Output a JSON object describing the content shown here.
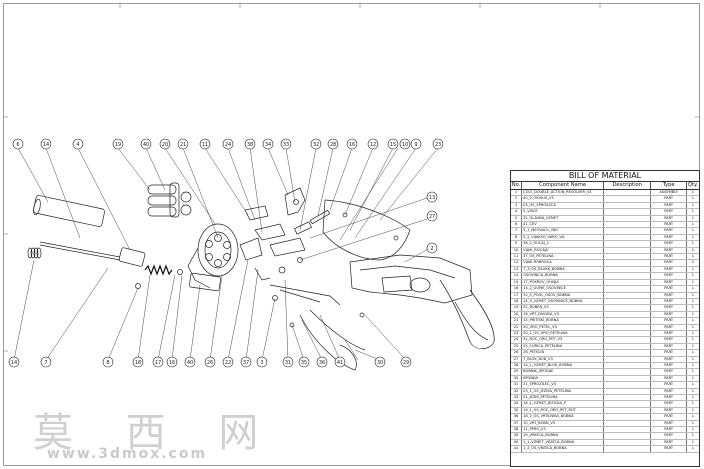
{
  "bom": {
    "title": "BILL OF MATERIAL",
    "headers": {
      "no": "No.",
      "name": "Component Name",
      "description": "Description",
      "type": "Type",
      "qty": "Qty."
    },
    "rows": [
      {
        "no": "1",
        "name": "COLT_DOUBLE_ACTION_REVOLVER_43",
        "type": "ASSEMBLY",
        "qty": "1"
      },
      {
        "no": "2",
        "name": "40_2_OKVIUS_V3",
        "type": "PART",
        "qty": "1"
      },
      {
        "no": "3",
        "name": "03_OS_SPROSZCA",
        "type": "PART",
        "qty": "1"
      },
      {
        "no": "4",
        "name": "5_VIJICE",
        "type": "PART",
        "qty": "1"
      },
      {
        "no": "5",
        "name": "32_GLAVNA_VZMET",
        "type": "PART",
        "qty": "1"
      },
      {
        "no": "6",
        "name": "41_CEV",
        "type": "PART",
        "qty": "1"
      },
      {
        "no": "7",
        "name": "5_1_MEOVALO_VIJIC",
        "type": "PART",
        "qty": "1"
      },
      {
        "no": "8",
        "name": "5_2_VIJAKSO_VARO_VIL",
        "type": "PART",
        "qty": "1"
      },
      {
        "no": "9",
        "name": "36_2_ROCAJ_2",
        "type": "PART",
        "qty": "1"
      },
      {
        "no": "10",
        "name": "VIJAK_ROCAJA",
        "type": "PART",
        "qty": "2"
      },
      {
        "no": "11",
        "name": "37_OS_PETELINA",
        "type": "PART",
        "qty": "1"
      },
      {
        "no": "12",
        "name": "VIJAK ROBROCA",
        "type": "PART",
        "qty": "2"
      },
      {
        "no": "13",
        "name": "7_3_OS_BLOKK_BOBNA",
        "type": "PART",
        "qty": "1"
      },
      {
        "no": "14",
        "name": "OSOVINICA_BOBNA",
        "type": "PART",
        "qty": "1"
      },
      {
        "no": "15",
        "name": "17_POKROV_OHISJA",
        "type": "PART",
        "qty": "1"
      },
      {
        "no": "16",
        "name": "14_2_GUME_OSOVINICE",
        "type": "PART",
        "qty": "1"
      },
      {
        "no": "17",
        "name": "22_0_POOL_OSOV_BOBNA",
        "type": "PART",
        "qty": "1"
      },
      {
        "no": "18",
        "name": "14_3_VZMET_OSOVINICE_BOBNA",
        "type": "PART",
        "qty": "1"
      },
      {
        "no": "19",
        "name": "22_BOBEN_V3",
        "type": "PART",
        "qty": "1"
      },
      {
        "no": "20",
        "name": "16_VRT_DVIGDA_V3",
        "type": "PART",
        "qty": "1"
      },
      {
        "no": "21",
        "name": "15_PRITISKI_BOBNA",
        "type": "PART",
        "qty": "1"
      },
      {
        "no": "22",
        "name": "20_ORO_PETEL_V3",
        "type": "PART",
        "qty": "1"
      },
      {
        "no": "23",
        "name": "20_1_OS_ORO_PETELINA",
        "type": "PART",
        "qty": "1"
      },
      {
        "no": "24",
        "name": "31_ROC_ORO_PET_V3",
        "type": "PART",
        "qty": "1"
      },
      {
        "no": "25",
        "name": "25_CURICA_PETELINA",
        "type": "PART",
        "qty": "1"
      },
      {
        "no": "26",
        "name": "26_PETELIN",
        "type": "PART",
        "qty": "1"
      },
      {
        "no": "27",
        "name": "7_BLOK_BOB_V3",
        "type": "PART",
        "qty": "1"
      },
      {
        "no": "28",
        "name": "14_1_VZMET_BLOK_BOBNA",
        "type": "PART",
        "qty": "1"
      },
      {
        "no": "29",
        "name": "BOBNIK_SPODAE",
        "type": "PART",
        "qty": "1"
      },
      {
        "no": "30",
        "name": "SPONKA",
        "type": "PART",
        "qty": "1"
      },
      {
        "no": "31",
        "name": "21_SPROZILEC_V3",
        "type": "PART",
        "qty": "1"
      },
      {
        "no": "32",
        "name": "23_1_OS_JEZIKA_PETELINA",
        "type": "PART",
        "qty": "1"
      },
      {
        "no": "33",
        "name": "21_JEZIK_PETELINA",
        "type": "PART",
        "qty": "1"
      },
      {
        "no": "34",
        "name": "18_1_VZMET_JEZICKA_P",
        "type": "PART",
        "qty": "1"
      },
      {
        "no": "35",
        "name": "19_1_OS_ROC_ORO_PET_ROT",
        "type": "PART",
        "qty": "1"
      },
      {
        "no": "36",
        "name": "18_2_OS_VRTILNIKA_BOBNA",
        "type": "PART",
        "qty": "1"
      },
      {
        "no": "37",
        "name": "10_VRT_BOBN_V3",
        "type": "PART",
        "qty": "1"
      },
      {
        "no": "38",
        "name": "11_PERO_V3",
        "type": "PART",
        "qty": "1"
      },
      {
        "no": "39",
        "name": "19_VRATCA_BOBNA",
        "type": "PART",
        "qty": "1"
      },
      {
        "no": "40",
        "name": "1_1_VZMET_VRATCA_BOBNA",
        "type": "PART",
        "qty": "1"
      },
      {
        "no": "41",
        "name": "1_2_OS_VRATCA_BOBNA",
        "type": "PART",
        "qty": "1"
      }
    ]
  },
  "callouts_top": [
    "6",
    "14",
    "4",
    "19",
    "40",
    "20",
    "21",
    "11",
    "24",
    "38",
    "34",
    "33",
    "32",
    "28",
    "16",
    "12",
    "15",
    "10",
    "9",
    "23"
  ],
  "callouts_right": [
    "13",
    "27",
    "2"
  ],
  "callouts_bottom": [
    "14",
    "7",
    "8",
    "18",
    "17",
    "16",
    "40",
    "26",
    "22",
    "37",
    "3",
    "31",
    "35",
    "36",
    "41",
    "30",
    "29"
  ],
  "watermark": {
    "chinese": "莫 西 网",
    "url": "www.3dmox.com"
  }
}
